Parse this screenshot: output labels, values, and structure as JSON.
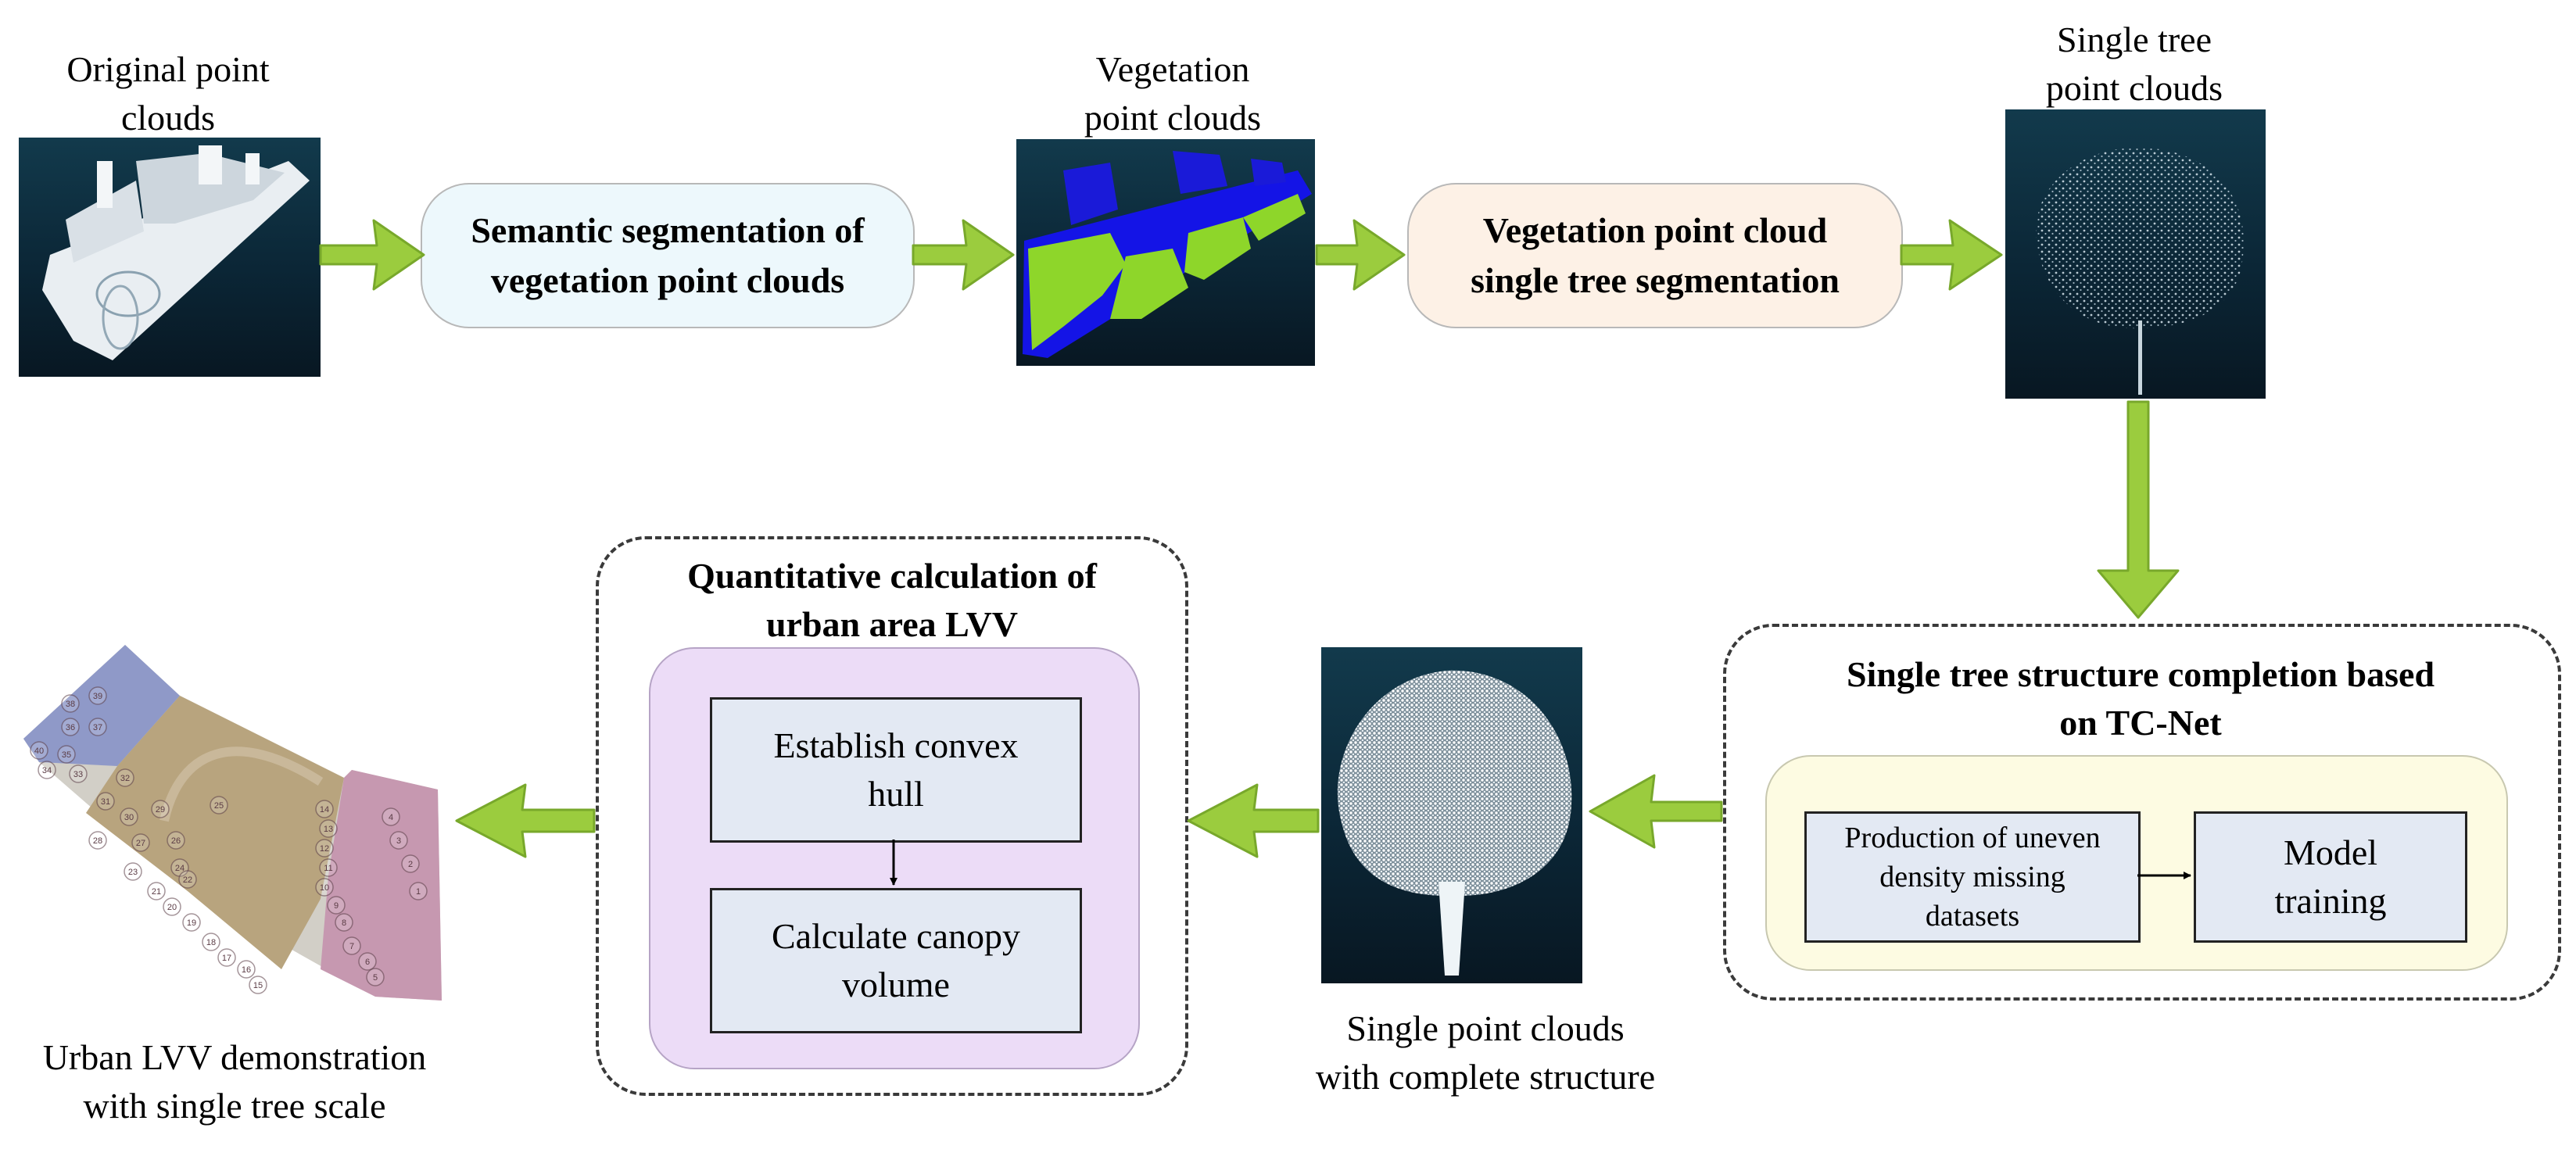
{
  "captions": {
    "original_line1": "Original point",
    "original_line2": "clouds",
    "vegetation_line1": "Vegetation",
    "vegetation_line2": "point clouds",
    "single_tree_line1": "Single tree",
    "single_tree_line2": "point clouds",
    "complete_line1": "Single point clouds",
    "complete_line2": "with complete structure",
    "demo_line1": "Urban LVV demonstration",
    "demo_line2": "with single tree scale"
  },
  "steps": {
    "semantic_line1": "Semantic segmentation of",
    "semantic_line2": "vegetation point clouds",
    "single_seg_line1": "Vegetation point cloud",
    "single_seg_line2": "single tree segmentation"
  },
  "tcnet": {
    "title_line1": "Single tree structure completion based",
    "title_line2": "on TC-Net",
    "production_line1": "Production of uneven",
    "production_line2": "density missing",
    "production_line3": "datasets",
    "training_line1": "Model",
    "training_line2": "training"
  },
  "lvv": {
    "title_line1": "Quantitative calculation of",
    "title_line2": "urban area LVV",
    "hull_line1": "Establish convex",
    "hull_line2": "hull",
    "canopy_line1": "Calculate canopy",
    "canopy_line2": "volume"
  },
  "map_labels": [
    "38",
    "39",
    "36",
    "37",
    "40",
    "35",
    "34",
    "33",
    "32",
    "31",
    "30",
    "29",
    "28",
    "27",
    "26",
    "25",
    "24",
    "23",
    "22",
    "21",
    "20",
    "19",
    "18",
    "17",
    "16",
    "15",
    "14",
    "13",
    "12",
    "11",
    "10",
    "9",
    "8",
    "7",
    "6",
    "5",
    "4",
    "3",
    "2",
    "1"
  ],
  "colors": {
    "arrow_fill": "#9bcc3e",
    "arrow_stroke": "#78a82b",
    "semantic_box": "#edf8fc",
    "segmentation_box": "#fdf1e6",
    "tcnet_inner": "#fdfbe2",
    "lvv_inner": "#ecdcf7",
    "rect_fill": "#e3e9f3",
    "pc_background": "#0b2636",
    "vegetation_points": "#8ed62a",
    "building_points": "#1414e6"
  }
}
